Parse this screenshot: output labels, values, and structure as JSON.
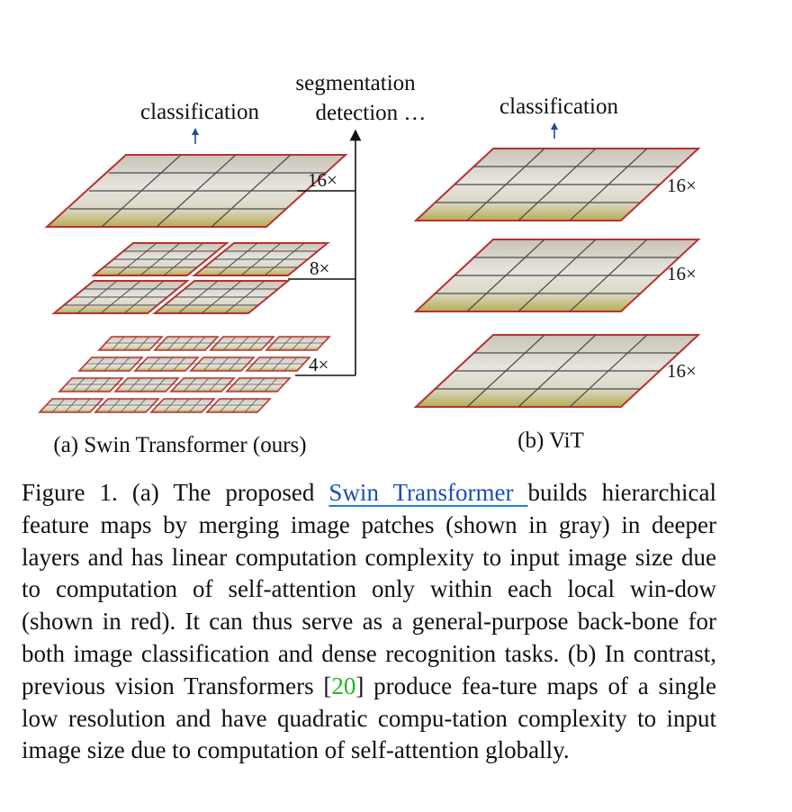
{
  "figure": {
    "a": {
      "caption": "(a) Swin Transformer (ours)",
      "top_output": "classification",
      "side_outputs": [
        "segmentation",
        "detection …"
      ],
      "scales": [
        "16×",
        "8×",
        "4×"
      ]
    },
    "b": {
      "caption": "(b) ViT",
      "top_output": "classification",
      "scales": [
        "16×",
        "16×",
        "16×"
      ]
    }
  },
  "caption": {
    "part1": "Figure 1. (a) The proposed ",
    "link": "Swin Transformer ",
    "part2": "builds hierarchical feature maps by merging image patches (shown in gray) in deeper layers and has linear computation complexity to input image size due to computation of self-attention only within each local win-dow (shown in red). It can thus serve as a general-purpose back-bone for both image classification and dense recognition tasks. (b) In contrast, previous vision Transformers [",
    "cite": "20",
    "part3": "] produce fea-ture maps of a single low resolution and have quadratic compu-tation complexity to input image size due to computation of self-attention globally."
  },
  "colors": {
    "window_border": "#b83232",
    "grid": "#4a4a4a",
    "arrow_blue": "#1f4e9c",
    "link": "#1a4fb8",
    "citation": "#22b522"
  }
}
